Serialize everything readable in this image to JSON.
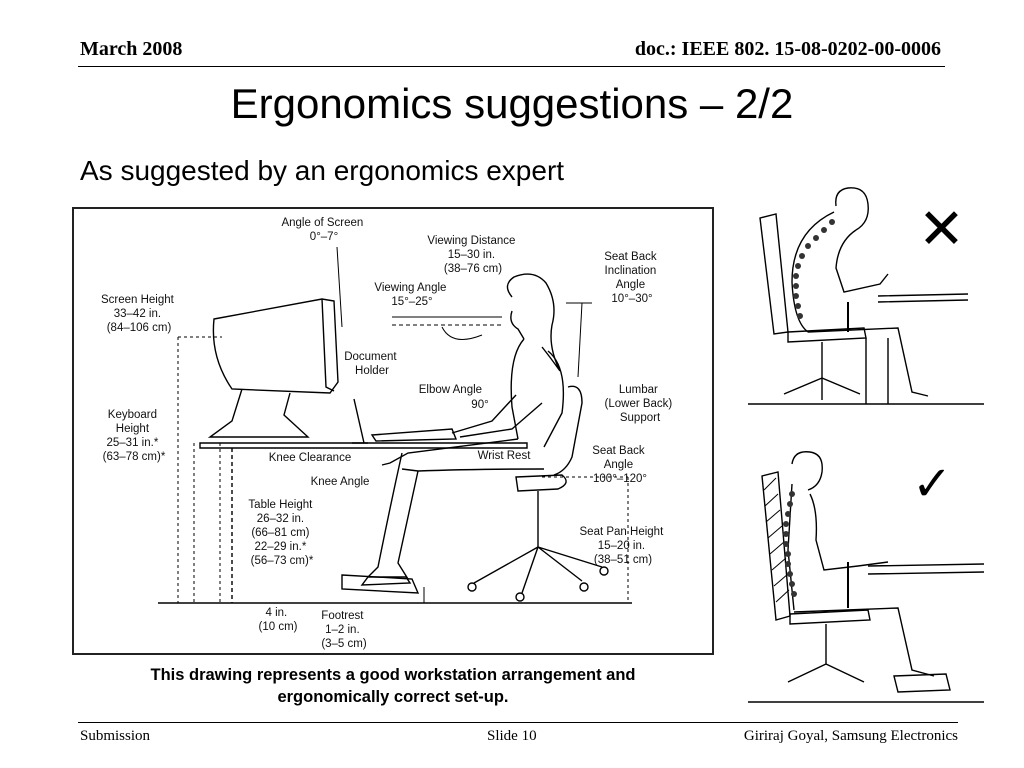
{
  "header": {
    "date": "March 2008",
    "doc_id": "doc.: IEEE 802. 15-08-0202-00-0006"
  },
  "title": "Ergonomics suggestions – 2/2",
  "subtitle": "As suggested by an ergonomics expert",
  "figure": {
    "labels": {
      "angle_of_screen": [
        "Angle of Screen",
        "0°–7°"
      ],
      "viewing_distance": [
        "Viewing Distance",
        "15–30 in.",
        "(38–76 cm)"
      ],
      "seat_back_inclination": [
        "Seat Back",
        "Inclination",
        "Angle",
        "10°–30°"
      ],
      "screen_height": [
        "Screen Height",
        "33–42 in.",
        "(84–106 cm)"
      ],
      "viewing_angle": [
        "Viewing Angle",
        "15°–25°"
      ],
      "document_holder": [
        "Document",
        "Holder"
      ],
      "elbow_angle": [
        "Elbow Angle",
        "90°"
      ],
      "lumbar": [
        "Lumbar",
        "(Lower Back)",
        "Support"
      ],
      "keyboard_height": [
        "Keyboard",
        "Height",
        "25–31 in.*",
        "(63–78 cm)*"
      ],
      "knee_clearance": "Knee Clearance",
      "wrist_rest": "Wrist Rest",
      "seat_back_angle": [
        "Seat Back",
        "Angle",
        "100°–120°"
      ],
      "knee_angle": "Knee Angle",
      "table_height": [
        "Table Height",
        "26–32 in.",
        "(66–81 cm)",
        "22–29 in.*",
        "(56–73 cm)*"
      ],
      "seat_pan_height": [
        "Seat Pan Height",
        "15–20 in.",
        "(38–51 cm)"
      ],
      "footrest_clearance": [
        "4 in.",
        "(10 cm)"
      ],
      "footrest": [
        "Footrest",
        "1–2 in.",
        "(3–5 cm)"
      ]
    },
    "caption": [
      "This drawing represents a good workstation arrangement and",
      "ergonomically correct set-up."
    ]
  },
  "posture": {
    "bad_mark": "✕",
    "good_mark": "✓"
  },
  "footer": {
    "left": "Submission",
    "center": "Slide 10",
    "right": "Giriraj Goyal, Samsung Electronics"
  }
}
